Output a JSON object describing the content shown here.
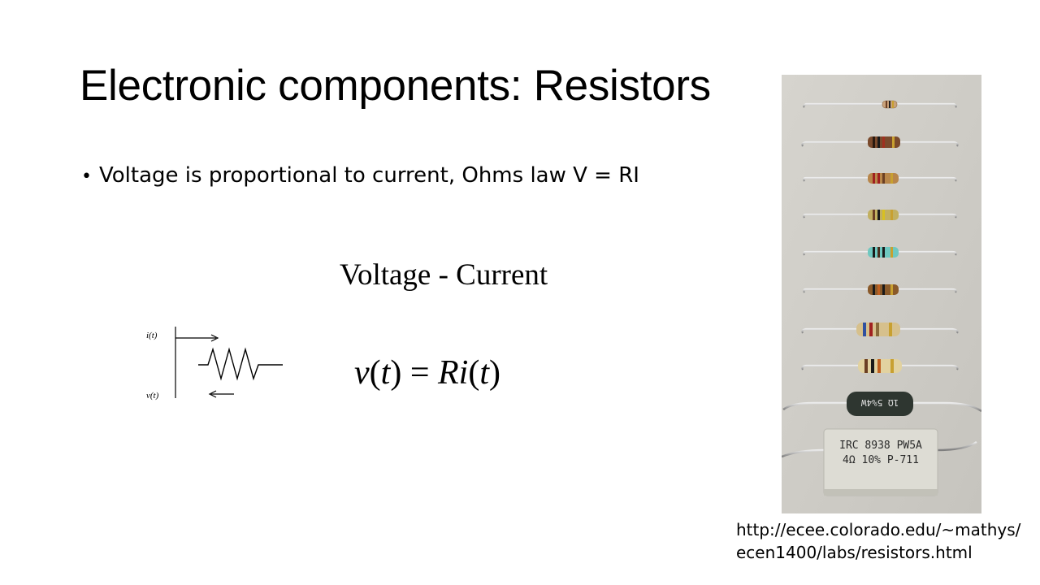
{
  "slide": {
    "title": "Electronic components: Resistors",
    "bullets": [
      {
        "text": "Voltage is proportional to current, Ohms law V = RI"
      }
    ],
    "section_label": "Voltage - Current",
    "circuit": {
      "current_label": "i(t)",
      "voltage_label": "v(t)"
    },
    "equation": {
      "lhs_fn": "v",
      "arg1": "t",
      "equals": "=",
      "coef": "R",
      "rhs_fn": "i",
      "arg2": "t"
    },
    "photo": {
      "resistor_markings": [
        {
          "line1": "1Ω 5%4W",
          "line2": ""
        },
        {
          "line1": "IRC 8938 PW5A",
          "line2": "4Ω 10% P-711"
        }
      ]
    },
    "credit": {
      "line1": "http://ecee.colorado.edu/~mathys/",
      "line2": "ecen1400/labs/resistors.html"
    }
  }
}
